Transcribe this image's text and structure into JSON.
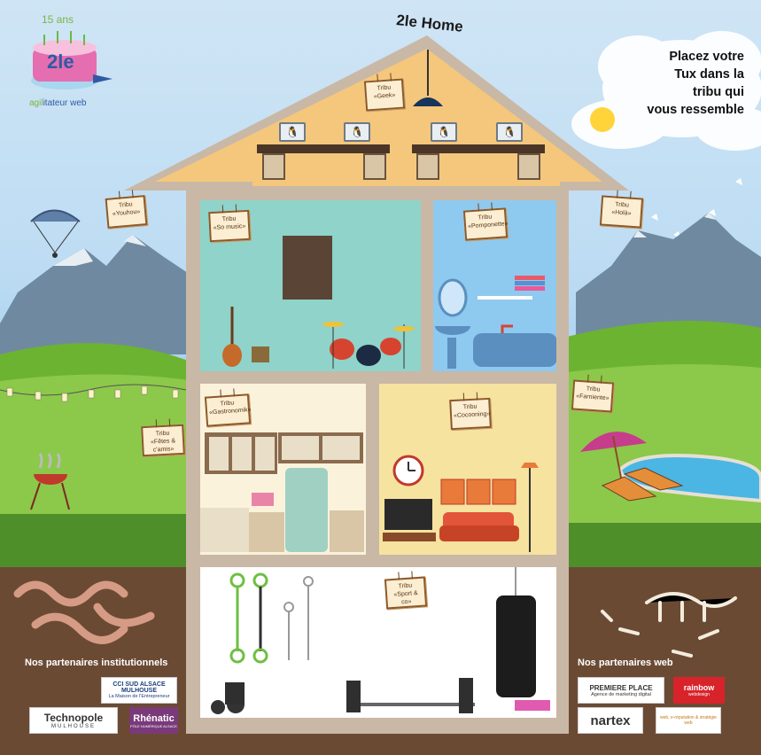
{
  "logo": {
    "anniversary": "15 ans",
    "brand": "2le",
    "tagline_a": "agil",
    "tagline_b": "itateur web"
  },
  "house": {
    "title": "2le Home"
  },
  "callout": {
    "lines": [
      "Placez votre",
      "Tux dans la",
      "tribu qui",
      "vous ressemble"
    ]
  },
  "tribes": {
    "geek": {
      "line1": "Tribu",
      "line2": "«Geek»"
    },
    "youhou": {
      "line1": "Tribu",
      "line2": "«Youhou»"
    },
    "hola": {
      "line1": "Tribu",
      "line2": "«Holà»"
    },
    "so_music": {
      "line1": "Tribu",
      "line2": "«So music»"
    },
    "pomponette": {
      "line1": "Tribu",
      "line2": "«Pomponette»"
    },
    "gastronomik": {
      "line1": "Tribu",
      "line2": "«Gastronomik»"
    },
    "cocooning": {
      "line1": "Tribu",
      "line2": "«Cocooning»"
    },
    "farniente": {
      "line1": "Tribu",
      "line2": "«Farniente»"
    },
    "fetes": {
      "line1": "Tribu",
      "line2": "«Fêtes & c'amis»"
    },
    "sport": {
      "line1": "Tribu",
      "line2": "«Sport & co»"
    }
  },
  "partners": {
    "institutional_heading": "Nos partenaires institutionnels",
    "web_heading": "Nos partenaires web",
    "institutional": {
      "cci_a": "CCI SUD ALSACE MULHOUSE",
      "cci_b": "La Maison de l'Entrepreneur",
      "technopole_a": "Technopole",
      "technopole_b": "MULHOUSE",
      "rhenatic_a": "Rhénatic",
      "rhenatic_b": "PÔLE NUMÉRIQUE ALSACE"
    },
    "web": {
      "premiere_a": "PREMIERE PLACE",
      "premiere_b": "Agence de marketing digital",
      "rainbow_a": "rainbow",
      "rainbow_b": "webdesign",
      "nartex": "nartex",
      "wide_tagline": "web, e-réputation & stratégie web"
    }
  },
  "colors": {
    "sky": "#bddcf3",
    "grass": "#7dbe3b",
    "soil": "#6b4a34",
    "house_wall": "#cdbfae",
    "attic": "#f4c77c",
    "music_room": "#8fd3ca",
    "bathroom": "#8ec9ef",
    "kitchen": "#fbf2dc",
    "living_room": "#f5e39f",
    "gym": "#ffffff",
    "sign_bg": "#fbeed2"
  },
  "icons": [
    "tux-icon",
    "cake-icon",
    "paraglider-icon",
    "sun-icon",
    "cloud-icon",
    "guitar-icon",
    "drum-kit-icon",
    "bathtub-icon",
    "sink-icon",
    "mirror-icon",
    "fridge-icon",
    "clock-icon",
    "tv-icon",
    "sofa-icon",
    "lamp-icon",
    "parasol-icon",
    "deckchair-icon",
    "pool-icon",
    "barbecue-icon",
    "punching-bag-icon",
    "barbell-icon",
    "kettlebell-icon",
    "dumbbell-icon",
    "worm-icon",
    "dinosaur-skeleton-icon",
    "bone-icon"
  ]
}
